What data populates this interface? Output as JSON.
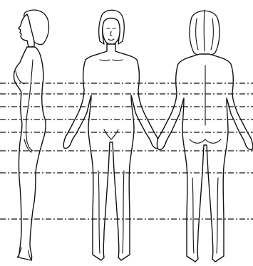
{
  "figures": [
    {
      "view": "side"
    },
    {
      "view": "front"
    },
    {
      "view": "back"
    }
  ],
  "guide_lines": {
    "count": 8,
    "style": "dash-dot",
    "color": "#111111"
  },
  "colors": {
    "background": "#ffffff",
    "outline": "#111111"
  }
}
